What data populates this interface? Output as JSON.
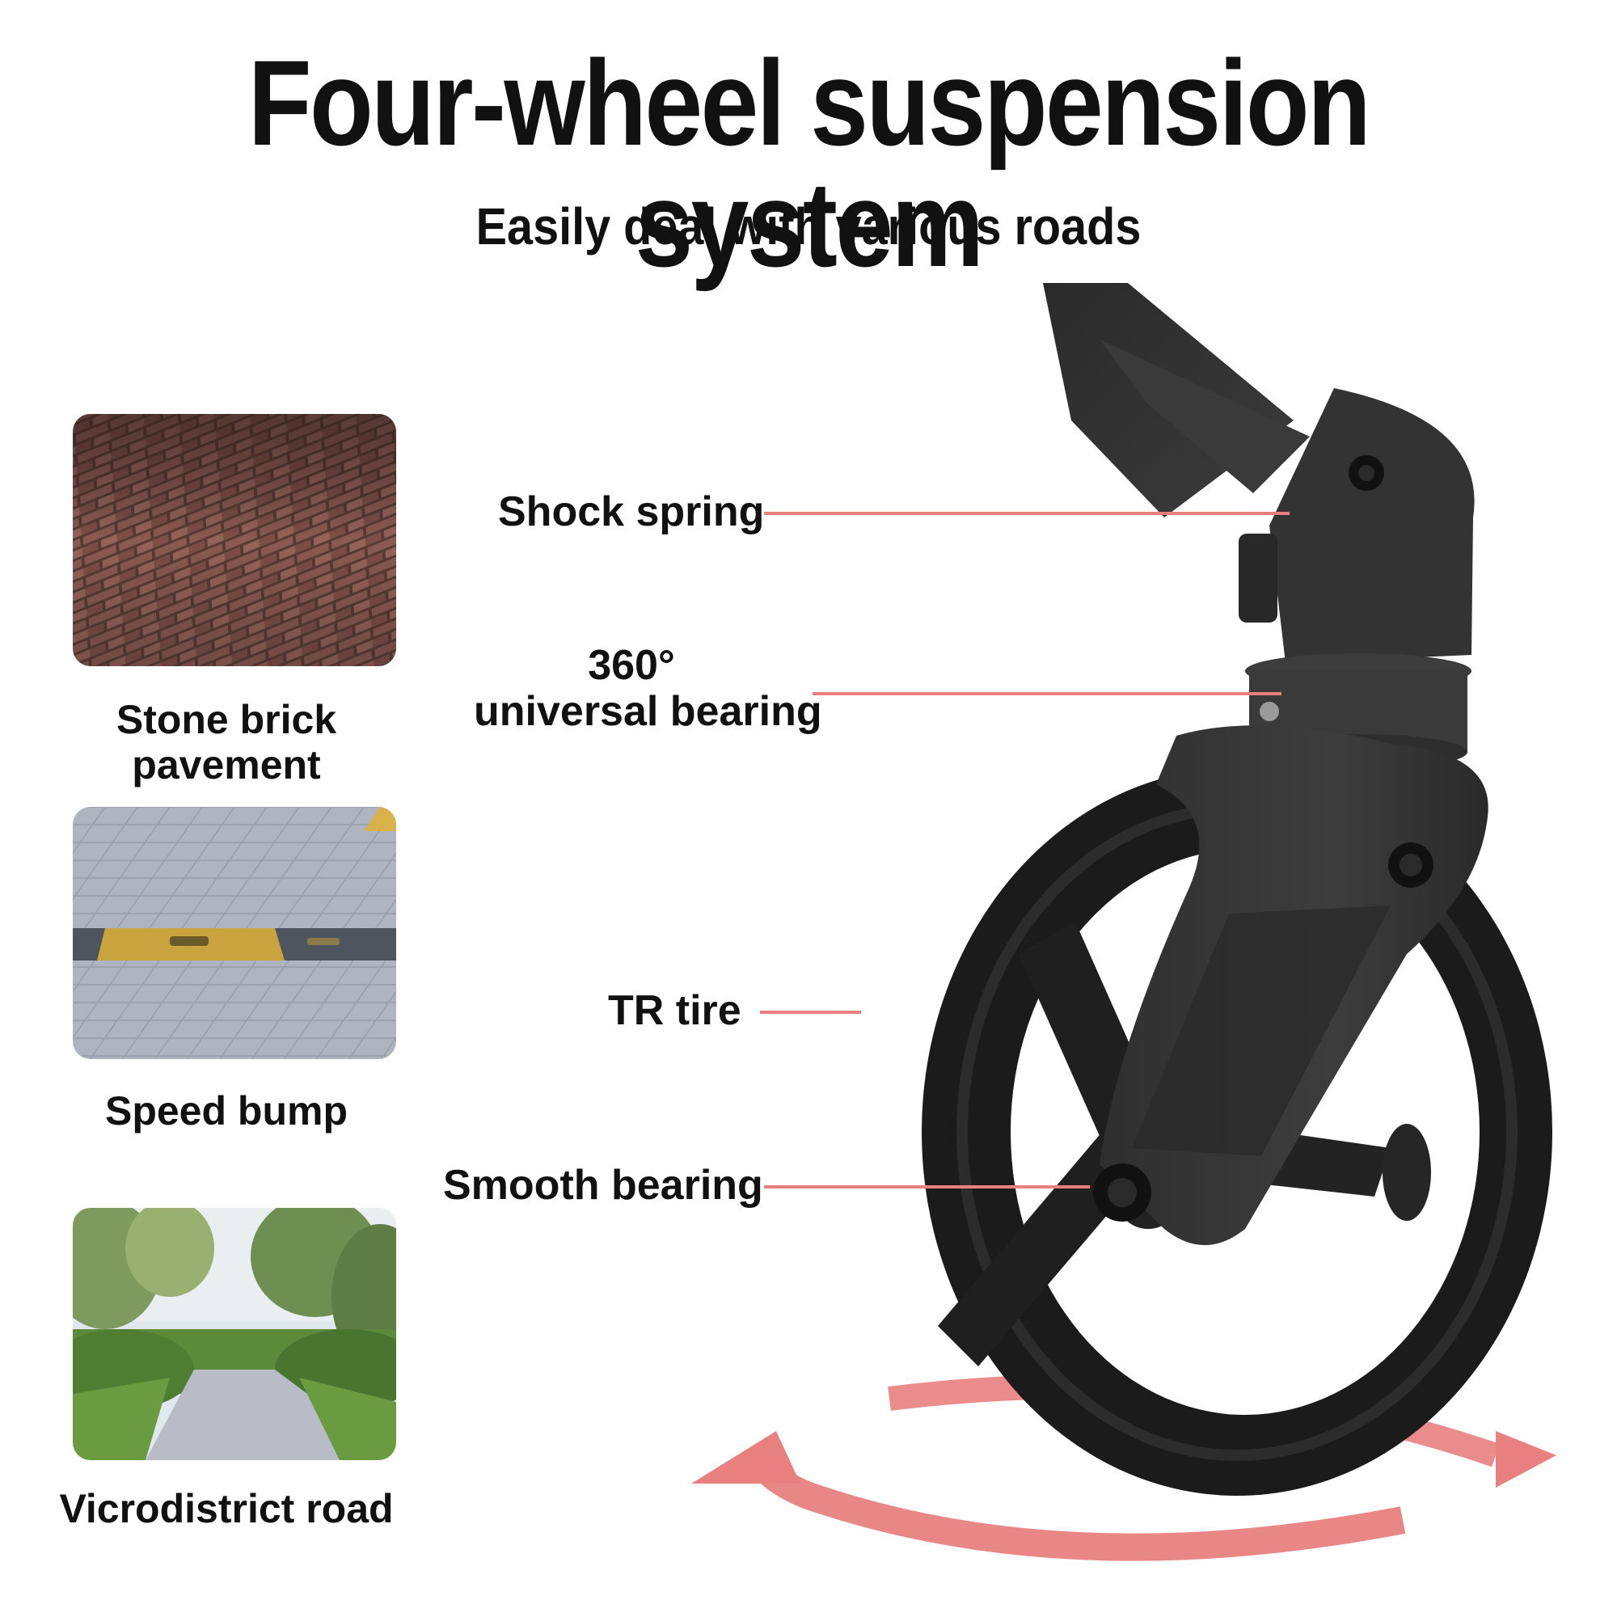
{
  "title": "Four-wheel suspension system",
  "subtitle": "Easily deal with various roads",
  "roads": [
    {
      "label": "Stone brick pavement"
    },
    {
      "label": "Speed bump"
    },
    {
      "label": "Vicrodistrict road"
    }
  ],
  "callouts": {
    "shock_spring": "Shock spring",
    "bearing_360": "360°",
    "bearing_360_sub": "universal bearing",
    "tr_tire": "TR tire",
    "smooth_bearing": "Smooth bearing"
  },
  "colors": {
    "accent": "#e88080",
    "text": "#111111",
    "wheel": "#1c1c1c"
  }
}
